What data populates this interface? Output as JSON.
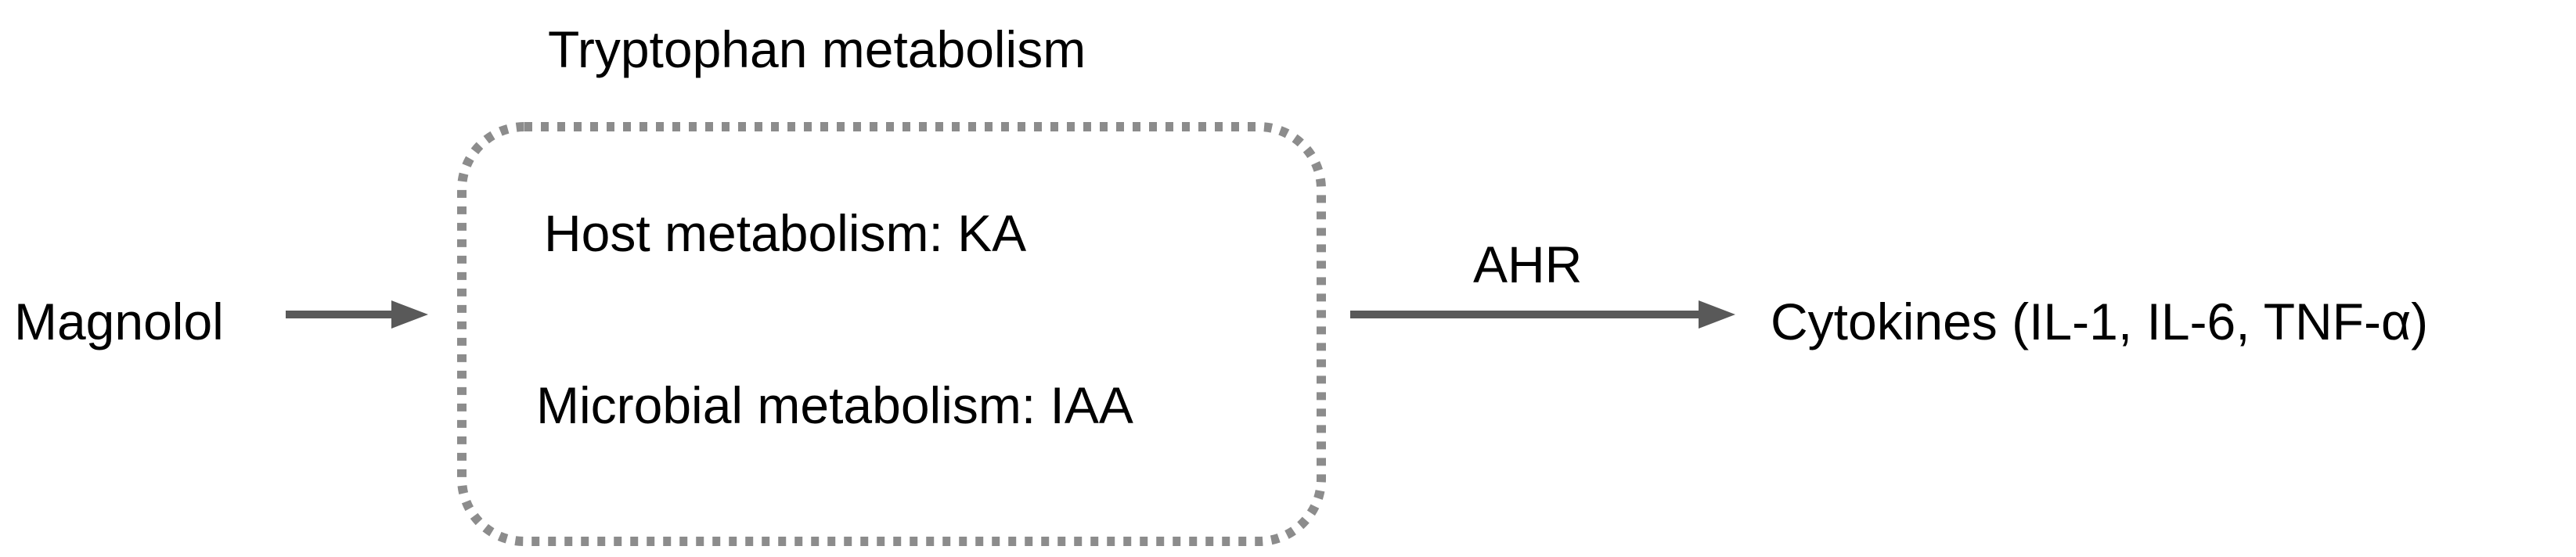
{
  "diagram": {
    "group_title": "Tryptophan metabolism",
    "host_metabolism": "Host metabolism: KA",
    "microbial_metabolism": "Microbial metabolism: IAA",
    "input_node": "Magnolol",
    "mediator_label": "AHR",
    "output_node": "Cytokines (IL-1, IL-6, TNF-α)"
  },
  "colors": {
    "arrow": "#595959",
    "box_border": "#8c8c8c",
    "text": "#000000"
  }
}
